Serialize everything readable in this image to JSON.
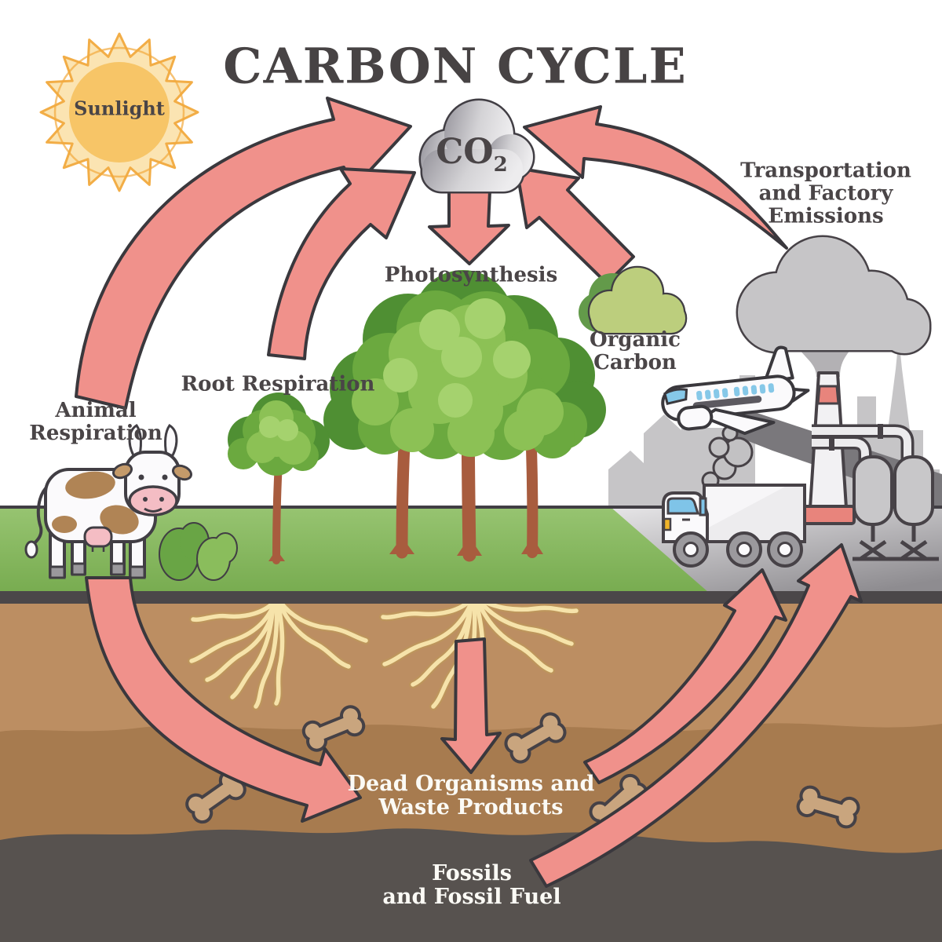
{
  "title": "CARBON CYCLE",
  "sun": {
    "label": "Sunlight"
  },
  "co2_cloud": {
    "formula_base": "CO",
    "formula_subscript": "2"
  },
  "labels": {
    "photosynthesis": "Photosynthesis",
    "root_respiration": "Root Respiration",
    "animal_respiration": [
      "Animal",
      "Respiration"
    ],
    "organic_carbon": [
      "Organic",
      "Carbon"
    ],
    "transport_emissions": [
      "Transportation",
      "and Factory",
      "Emissions"
    ],
    "dead_organisms": [
      "Dead Organisms and",
      "Waste Products"
    ],
    "fossils": [
      "Fossils",
      "and Fossil Fuel"
    ]
  },
  "flows": [
    {
      "from": "Animal Respiration",
      "to": "CO2"
    },
    {
      "from": "Root Respiration",
      "to": "CO2"
    },
    {
      "from": "CO2",
      "to": "Photosynthesis"
    },
    {
      "from": "Organic Carbon",
      "to": "CO2"
    },
    {
      "from": "Transportation and Factory Emissions",
      "to": "CO2"
    },
    {
      "from": "Animal Respiration",
      "to": "Dead Organisms and Waste Products"
    },
    {
      "from": "Tree roots",
      "to": "Dead Organisms and Waste Products"
    },
    {
      "from": "Dead Organisms and Waste Products",
      "to": "Factory and Transportation"
    },
    {
      "from": "Fossils and Fossil Fuel",
      "to": "Factory and Transportation"
    }
  ],
  "icons": {
    "sun-icon": "orange sun with wavy ray ring",
    "co2-cloud-icon": "gray CO2 cloud",
    "organic-carbon-cloud-icon": "green cloud",
    "factory-smoke-cloud-icon": "gray smoke cloud above chimney",
    "tree-icon": "group of green trees",
    "small-tree-icon": "small green tree",
    "bush-icon": "green bushes",
    "cow-icon": "white cow with brown spots",
    "truck-icon": "delivery truck",
    "airplane-icon": "passenger airplane",
    "factory-chimney-icon": "white chimney with red bands",
    "storage-tanks-icon": "two industrial tanks with pipes",
    "city-skyline-icon": "gray city silhouette",
    "roots-icon": "cream tree roots underground",
    "bone-icon": "buried bone",
    "flow-arrow-icon": "salmon curved flow arrow"
  },
  "colors": {
    "arrow_fill": "#F0918B",
    "arrow_outline": "#3A383D",
    "label_dark": "#4A4547",
    "label_light": "#FBFAF5",
    "sun_core": "#F7C567",
    "sun_ray": "#F2A93D",
    "co2_cloud_gray": "#C9C8CA",
    "organic_cloud_green": "#BCCE7D",
    "grass_green": "#8CBC67",
    "soil_upper": "#BC8E62",
    "soil_lower": "#A77B4F",
    "bedrock_gray": "#57524F",
    "root_cream": "#F6E3AA",
    "bone_tan": "#C9A57E",
    "trunk_brown": "#A85C3E"
  }
}
